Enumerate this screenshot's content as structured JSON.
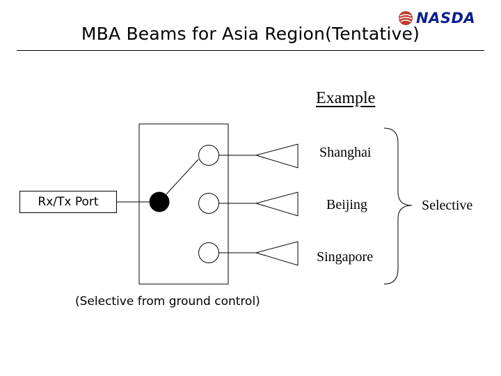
{
  "title": "MBA Beams for Asia Region(Tentative)",
  "logo": {
    "text": "NASDA",
    "color": "#0a1f8f",
    "mark_color": "#c0392b"
  },
  "example_label": "Example",
  "port_label": "Rx/Tx Port",
  "beams": [
    {
      "city": "Shanghai"
    },
    {
      "city": "Beijing"
    },
    {
      "city": "Singapore"
    }
  ],
  "bracket_label": "Selective",
  "footnote": "(Selective from ground control)"
}
